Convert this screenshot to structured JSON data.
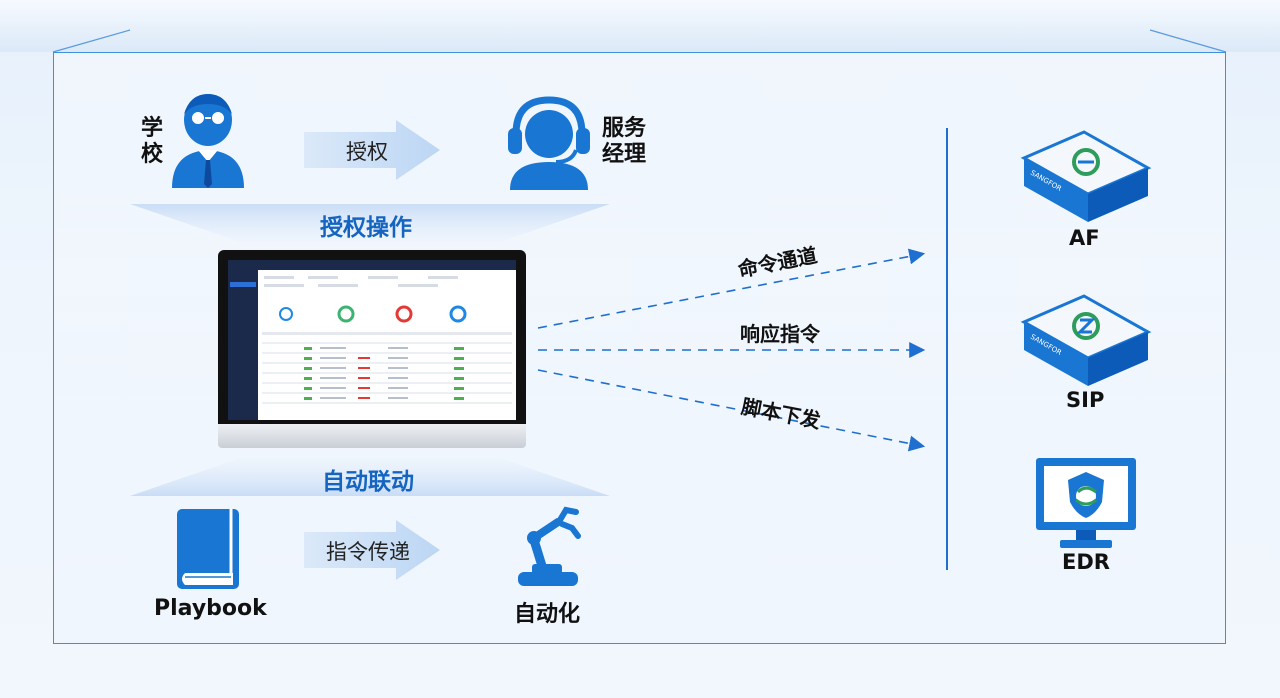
{
  "left_top": {
    "actor1": "学\n校",
    "actor1_a": "学",
    "actor1_b": "校",
    "arrow1": "授权",
    "actor2_a": "服务",
    "actor2_b": "经理",
    "banner": "授权操作"
  },
  "left_bottom": {
    "banner": "自动联动",
    "source": "Playbook",
    "arrow2": "指令传递",
    "target": "自动化"
  },
  "channels": [
    "命令通道",
    "响应指令",
    "脚本下发"
  ],
  "devices": [
    {
      "label": "AF",
      "brand": "SANGFOR"
    },
    {
      "label": "SIP",
      "brand": "SANGFOR"
    },
    {
      "label": "EDR"
    }
  ],
  "colors": {
    "accent": "#1e6fd0",
    "icon": "#1976d2",
    "frame": "#3e8fe0"
  }
}
